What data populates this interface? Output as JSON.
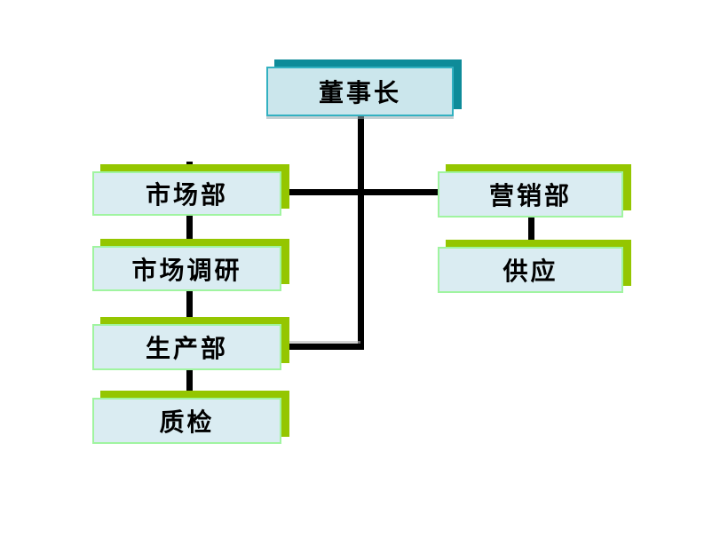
{
  "org_chart": {
    "type": "org-chart",
    "background": "#ffffff",
    "nodes": [
      {
        "id": "chairman",
        "label": "董事长",
        "level": "root",
        "theme": "teal"
      },
      {
        "id": "marketing-dept",
        "label": "市场部",
        "level": "dept",
        "theme": "green"
      },
      {
        "id": "market-research",
        "label": "市场调研",
        "level": "sub",
        "theme": "green"
      },
      {
        "id": "production-dept",
        "label": "生产部",
        "level": "dept",
        "theme": "green"
      },
      {
        "id": "quality-inspection",
        "label": "质检",
        "level": "sub",
        "theme": "green"
      },
      {
        "id": "sales-dept",
        "label": "营销部",
        "level": "dept",
        "theme": "green"
      },
      {
        "id": "supply",
        "label": "供应",
        "level": "sub",
        "theme": "green"
      }
    ],
    "connectors": [
      {
        "id": "trunk",
        "from": "chairman",
        "to": "row1-and-production",
        "shape": "vertical"
      },
      {
        "id": "row1-horizontal",
        "from": "marketing-dept",
        "to": "sales-dept",
        "shape": "horizontal"
      },
      {
        "id": "production-elbow",
        "from": "trunk",
        "to": "production-dept",
        "shape": "elbow"
      },
      {
        "id": "stub-above-marketing",
        "from": "chairman",
        "to": "marketing-dept",
        "shape": "stub"
      },
      {
        "id": "marketing-research",
        "from": "marketing-dept",
        "to": "market-research",
        "shape": "vertical"
      },
      {
        "id": "research-production",
        "from": "market-research",
        "to": "production-dept",
        "shape": "vertical"
      },
      {
        "id": "production-quality",
        "from": "production-dept",
        "to": "quality-inspection",
        "shape": "vertical"
      },
      {
        "id": "sales-supply",
        "from": "sales-dept",
        "to": "supply",
        "shape": "vertical"
      }
    ],
    "colors": {
      "teal_fill": "#cbe6ec",
      "teal_border": "#33b1c1",
      "teal_shadow": "#0e8b99",
      "green_fill": "#daecf2",
      "green_border": "#a0f4a0",
      "green_shadow": "#94c600",
      "connector": "#000000"
    }
  }
}
